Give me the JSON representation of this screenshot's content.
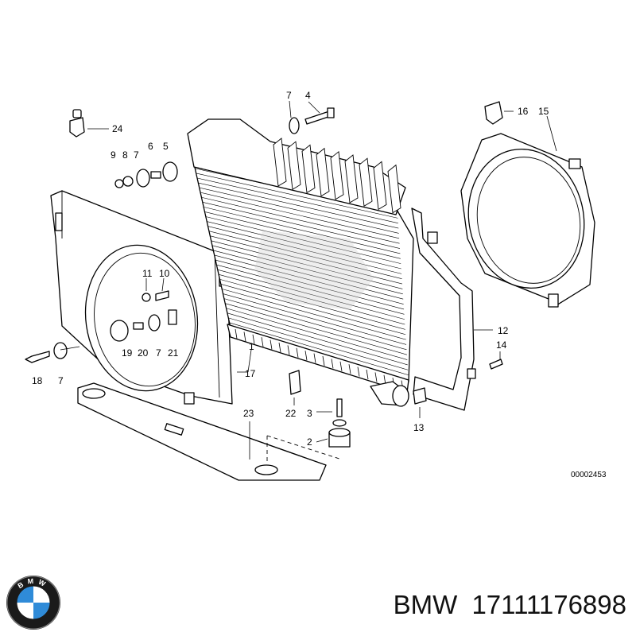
{
  "diagram": {
    "callouts": [
      "1",
      "2",
      "3",
      "4",
      "5",
      "6",
      "7",
      "8",
      "9",
      "10",
      "11",
      "12",
      "13",
      "14",
      "15",
      "16",
      "17",
      "18",
      "19",
      "20",
      "21",
      "22",
      "23",
      "24"
    ],
    "callout_7_repeats": [
      "7",
      "7",
      "7",
      "7"
    ],
    "drawing_code": "00002453"
  },
  "footer": {
    "brand": "BMW",
    "part_number": "17111176898",
    "logo_letters": "BMW"
  },
  "colors": {
    "ink": "#000000",
    "logo_blue": "#2f8bd8",
    "logo_ring": "#1a1a1a"
  }
}
